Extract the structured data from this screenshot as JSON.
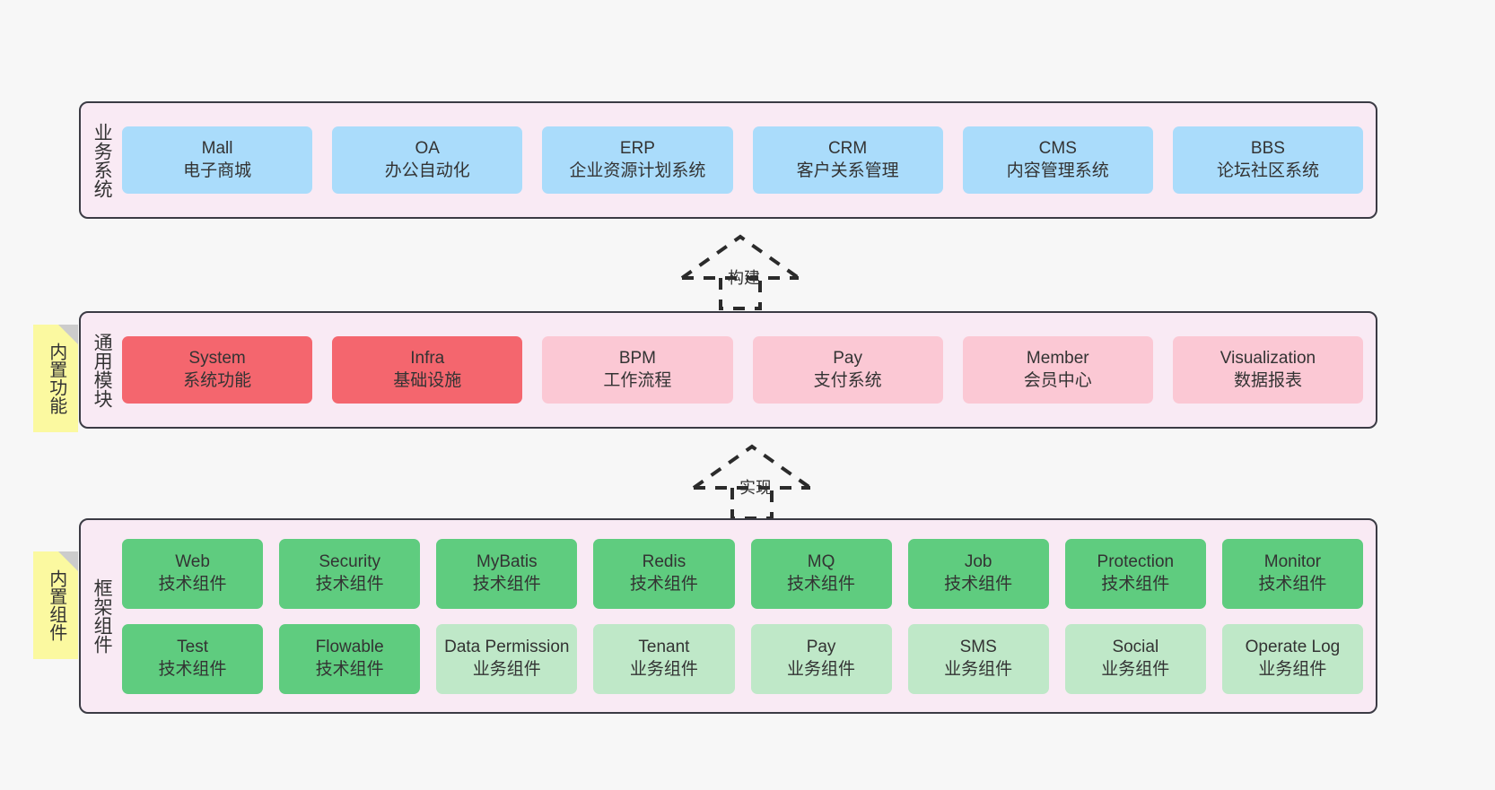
{
  "diagram": {
    "background_color": "#f7f7f7",
    "panel_color": "#f9eaf4",
    "panel_border_color": "#3b3b44",
    "note_color": "#fbf9a0"
  },
  "layers": [
    {
      "id": "business-systems",
      "title": "业务系统",
      "accent": "#aadcfb",
      "rows": [
        {
          "style": "blue",
          "cells": [
            {
              "en": "Mall",
              "cn": "电子商城"
            },
            {
              "en": "OA",
              "cn": "办公自动化"
            },
            {
              "en": "ERP",
              "cn": "企业资源计划系统"
            },
            {
              "en": "CRM",
              "cn": "客户关系管理"
            },
            {
              "en": "CMS",
              "cn": "内容管理系统"
            },
            {
              "en": "BBS",
              "cn": "论坛社区系统"
            }
          ]
        }
      ]
    },
    {
      "id": "common-modules",
      "title": "通用模块",
      "accent": "#f4666e",
      "rows": [
        {
          "cells": [
            {
              "en": "System",
              "cn": "系统功能",
              "style": "red"
            },
            {
              "en": "Infra",
              "cn": "基础设施",
              "style": "red"
            },
            {
              "en": "BPM",
              "cn": "工作流程",
              "style": "pink"
            },
            {
              "en": "Pay",
              "cn": "支付系统",
              "style": "pink"
            },
            {
              "en": "Member",
              "cn": "会员中心",
              "style": "pink"
            },
            {
              "en": "Visualization",
              "cn": "数据报表",
              "style": "pink"
            }
          ]
        }
      ]
    },
    {
      "id": "framework-components",
      "title": "框架组件",
      "accent": "#5fcc7f",
      "rows": [
        {
          "cells": [
            {
              "en": "Web",
              "cn": "技术组件",
              "style": "green"
            },
            {
              "en": "Security",
              "cn": "技术组件",
              "style": "green"
            },
            {
              "en": "MyBatis",
              "cn": "技术组件",
              "style": "green"
            },
            {
              "en": "Redis",
              "cn": "技术组件",
              "style": "green"
            },
            {
              "en": "MQ",
              "cn": "技术组件",
              "style": "green"
            },
            {
              "en": "Job",
              "cn": "技术组件",
              "style": "green"
            },
            {
              "en": "Protection",
              "cn": "技术组件",
              "style": "green"
            },
            {
              "en": "Monitor",
              "cn": "技术组件",
              "style": "green"
            }
          ]
        },
        {
          "cells": [
            {
              "en": "Test",
              "cn": "技术组件",
              "style": "green"
            },
            {
              "en": "Flowable",
              "cn": "技术组件",
              "style": "green"
            },
            {
              "en": "Data Permission",
              "cn": "业务组件",
              "style": "lightgreen",
              "wrap": true
            },
            {
              "en": "Tenant",
              "cn": "业务组件",
              "style": "lightgreen"
            },
            {
              "en": "Pay",
              "cn": "业务组件",
              "style": "lightgreen"
            },
            {
              "en": "SMS",
              "cn": "业务组件",
              "style": "lightgreen"
            },
            {
              "en": "Social",
              "cn": "业务组件",
              "style": "lightgreen"
            },
            {
              "en": "Operate Log",
              "cn": "业务组件",
              "style": "lightgreen"
            }
          ]
        }
      ]
    }
  ],
  "notes": [
    {
      "id": "note-builtin-function",
      "text": "内置功能"
    },
    {
      "id": "note-builtin-component",
      "text": "内置组件"
    }
  ],
  "connectors": [
    {
      "id": "connector-build",
      "label": "构建",
      "style": "dashed-generalization",
      "direction": "up"
    },
    {
      "id": "connector-implement",
      "label": "实现",
      "style": "dashed-generalization",
      "direction": "up"
    }
  ]
}
